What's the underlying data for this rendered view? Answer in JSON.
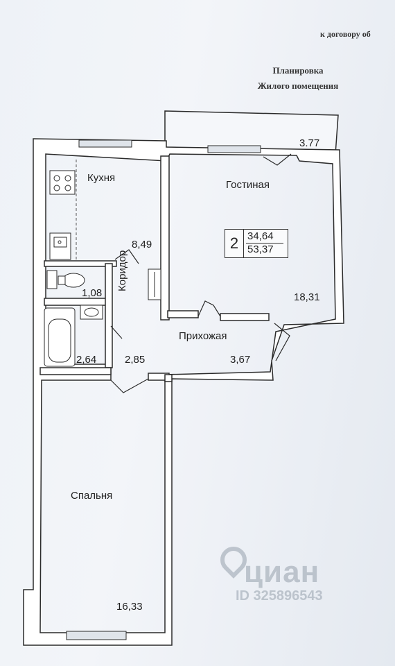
{
  "header": {
    "reference": "к договору об",
    "title_line1": "Планировка",
    "title_line2": "Жилого помещения"
  },
  "balcony_area": "3.77",
  "rooms": {
    "kitchen": {
      "name": "Кухня",
      "area": "8,49"
    },
    "living": {
      "name": "Гостиная",
      "area": "18,31"
    },
    "toilet": {
      "area": "1,08"
    },
    "bath": {
      "area": "2,64"
    },
    "corridor": {
      "name": "Коридор",
      "area": "2,85"
    },
    "hall": {
      "name": "Прихожая",
      "area": "3,67"
    },
    "bedroom": {
      "name": "Спальня",
      "area": "16,33"
    }
  },
  "summary": {
    "rooms_count": "2",
    "living_area": "34,64",
    "total_area": "53,37"
  },
  "watermark": {
    "brand": "циан",
    "id": "ID 325896543"
  },
  "colors": {
    "wall": "#ffffff",
    "wall_stroke": "#2b2b2b",
    "paper": "#eef2f7"
  }
}
